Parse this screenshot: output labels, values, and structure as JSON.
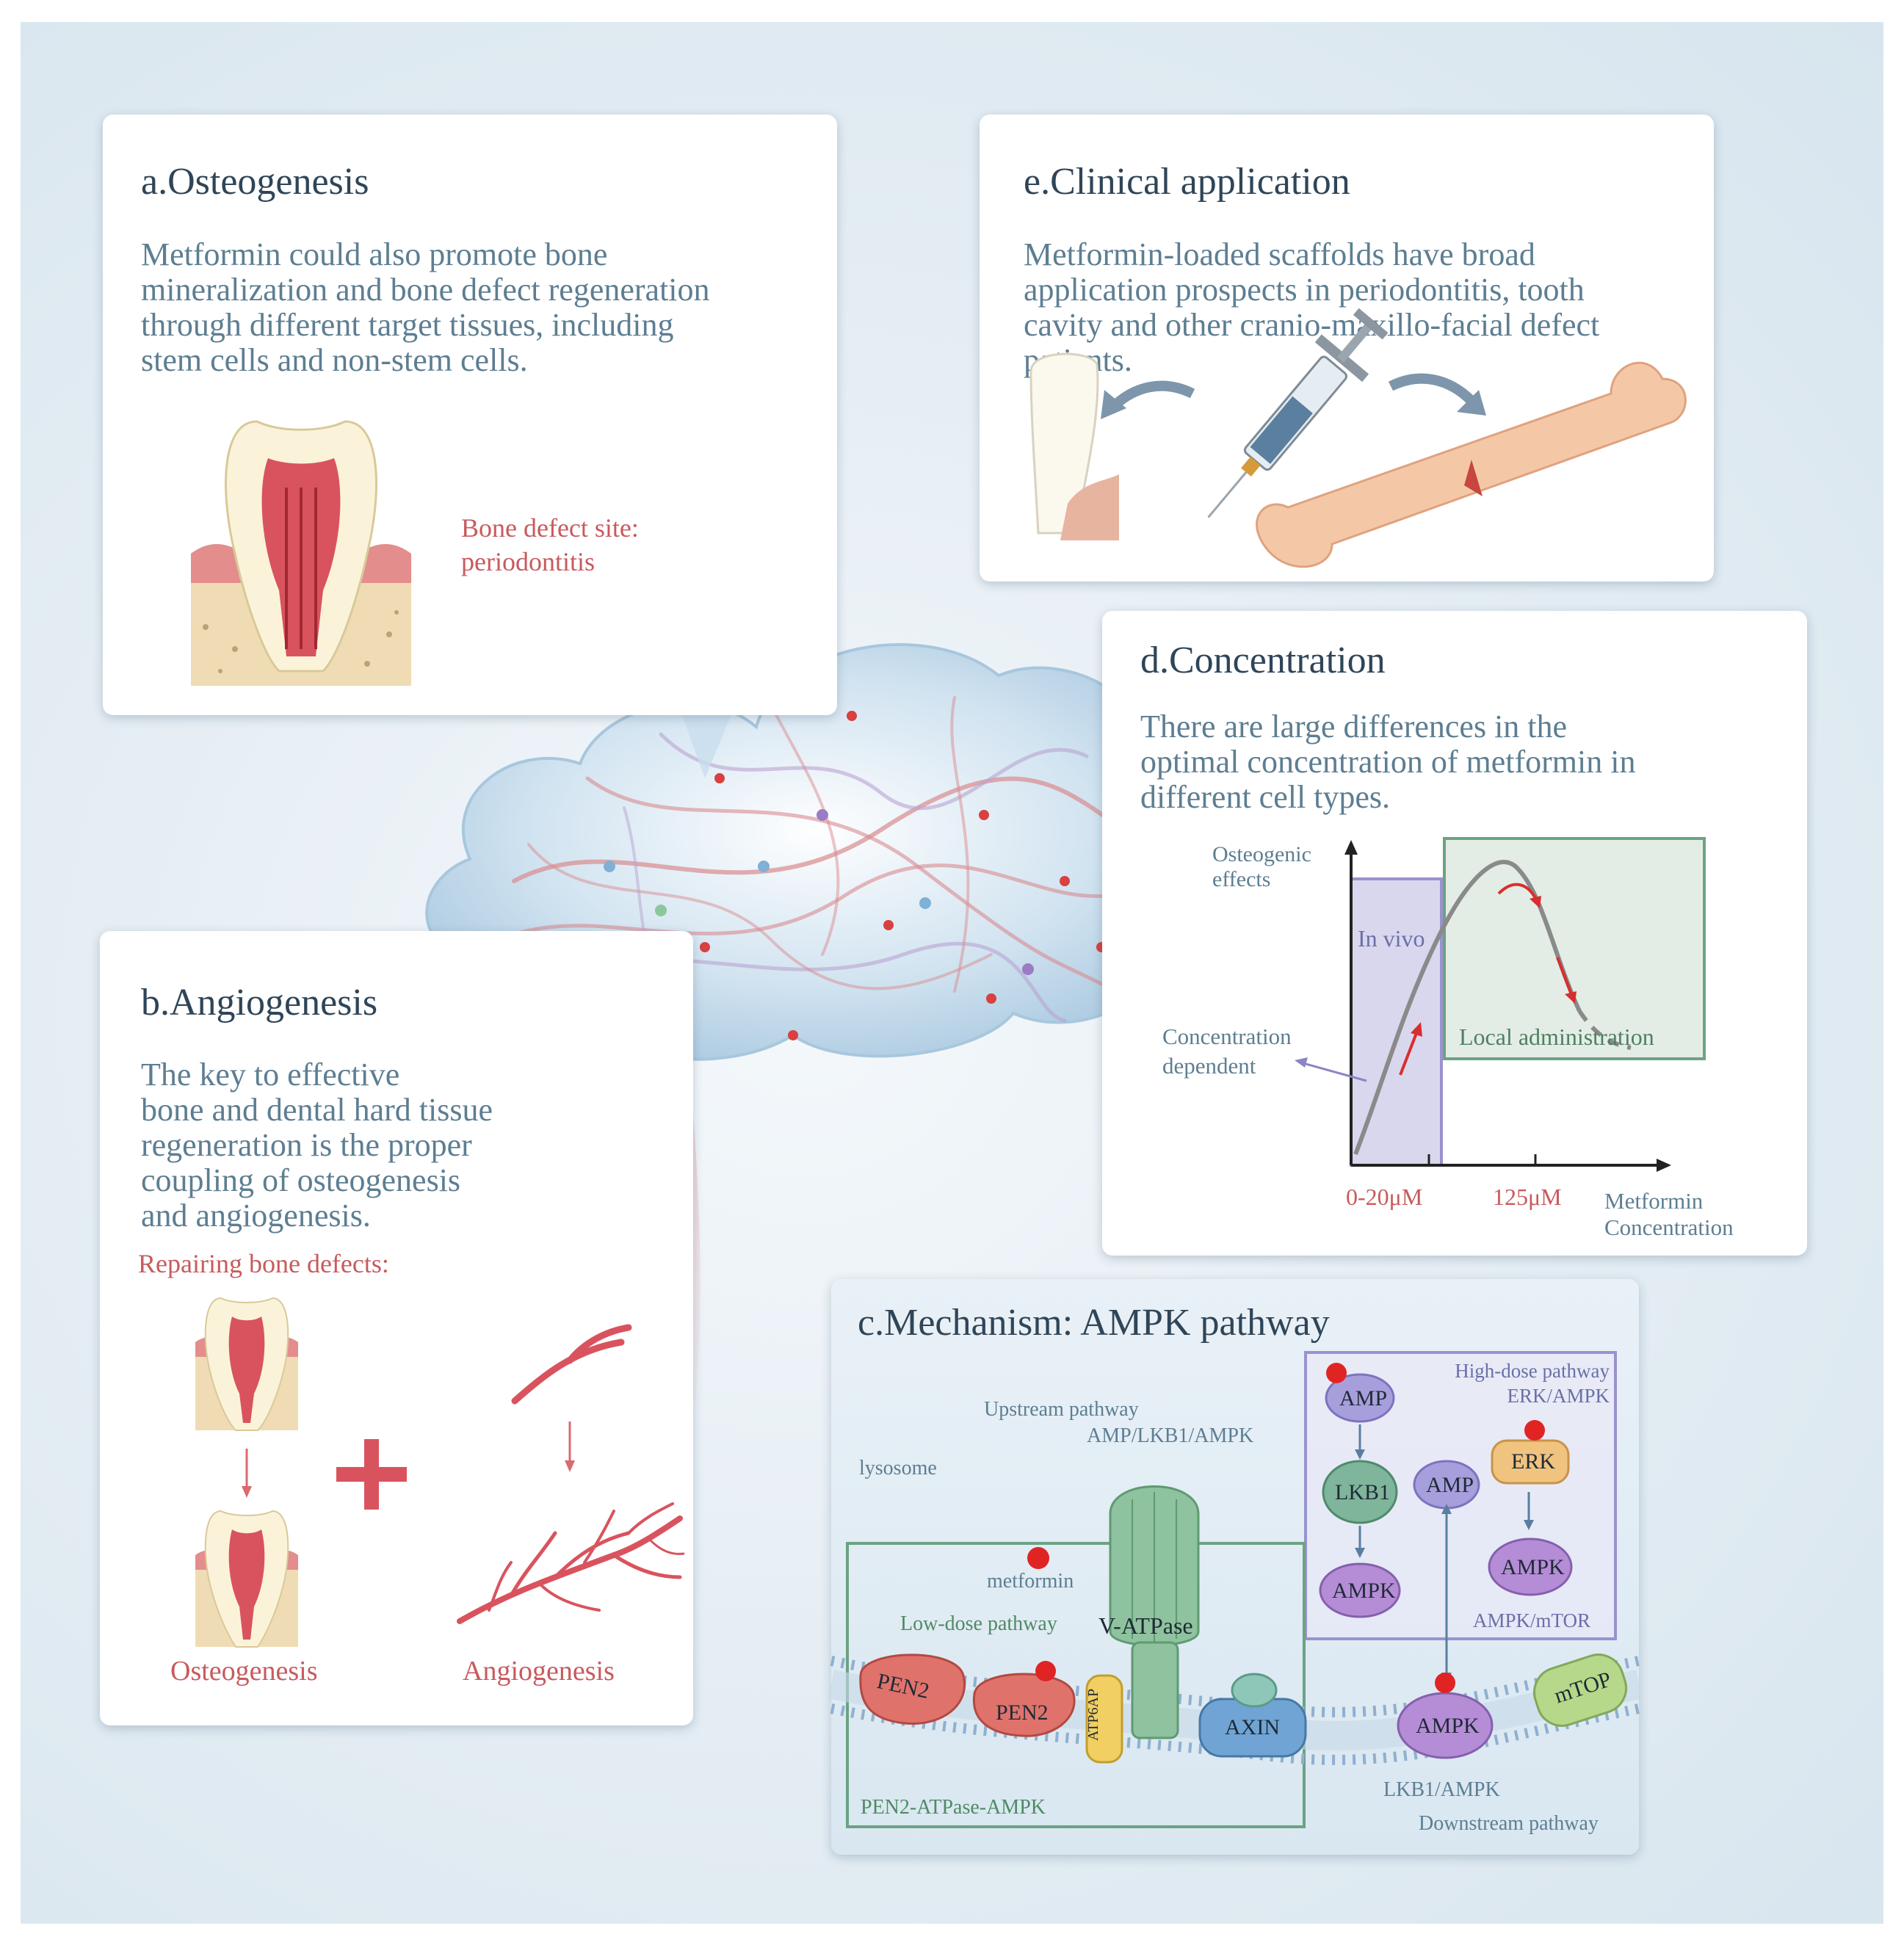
{
  "panel_a": {
    "title": "a.Osteogenesis",
    "body": [
      "Metformin could also promote bone",
      "mineralization and bone defect regeneration",
      "through different target tissues, including",
      "stem cells and non-stem cells."
    ],
    "site_label_1": "Bone defect site:",
    "site_label_2": "periodontitis"
  },
  "panel_b": {
    "title": "b.Angiogenesis",
    "body": [
      "The key to effective",
      "bone and dental hard tissue",
      "regeneration is the proper",
      "coupling of osteogenesis",
      "and angiogenesis."
    ],
    "repair_label": "Repairing bone defects:",
    "osteo_label": "Osteogenesis",
    "angio_label": "Angiogenesis"
  },
  "panel_e": {
    "title": "e.Clinical application",
    "body": [
      "Metformin-loaded scaffolds have broad",
      "application prospects in periodontitis, tooth",
      "cavity and other cranio-maxillo-facial defect",
      "patients."
    ]
  },
  "panel_d": {
    "title": "d.Concentration",
    "body": [
      "There are large differences in the",
      "optimal concentration of metformin in",
      "different cell types."
    ],
    "chart": {
      "y_label_1": "Osteogenic",
      "y_label_2": "effects",
      "x_label_1": "Metformin",
      "x_label_2": "Concentration",
      "in_vivo": "In vivo",
      "local": "Local administration",
      "conc_dep_1": "Concentration",
      "conc_dep_2": "dependent",
      "tick1": "0-20μM",
      "tick2": "125μM"
    }
  },
  "panel_c": {
    "title": "c.Mechanism: AMPK pathway",
    "upstream_1": "Upstream pathway",
    "upstream_2": "AMP/LKB1/AMPK",
    "lysosome": "lysosome",
    "high_dose_1": "High-dose pathway",
    "high_dose_2": "ERK/AMPK",
    "ampk_mtor": "AMPK/mTOR",
    "metformin": "metformin",
    "low_dose": "Low-dose pathway",
    "pen2_atpase": "PEN2-ATPase-AMPK",
    "lkb1_ampk": "LKB1/AMPK",
    "downstream": "Downstream pathway",
    "proteins": {
      "amp": "AMP",
      "lkb1": "LKB1",
      "ampk": "AMPK",
      "erk": "ERK",
      "v_atpase": "V-ATPase",
      "pen2": "PEN2",
      "atp6ap": "ATP6AP",
      "axin": "AXIN",
      "mtop": "mTOP"
    }
  }
}
